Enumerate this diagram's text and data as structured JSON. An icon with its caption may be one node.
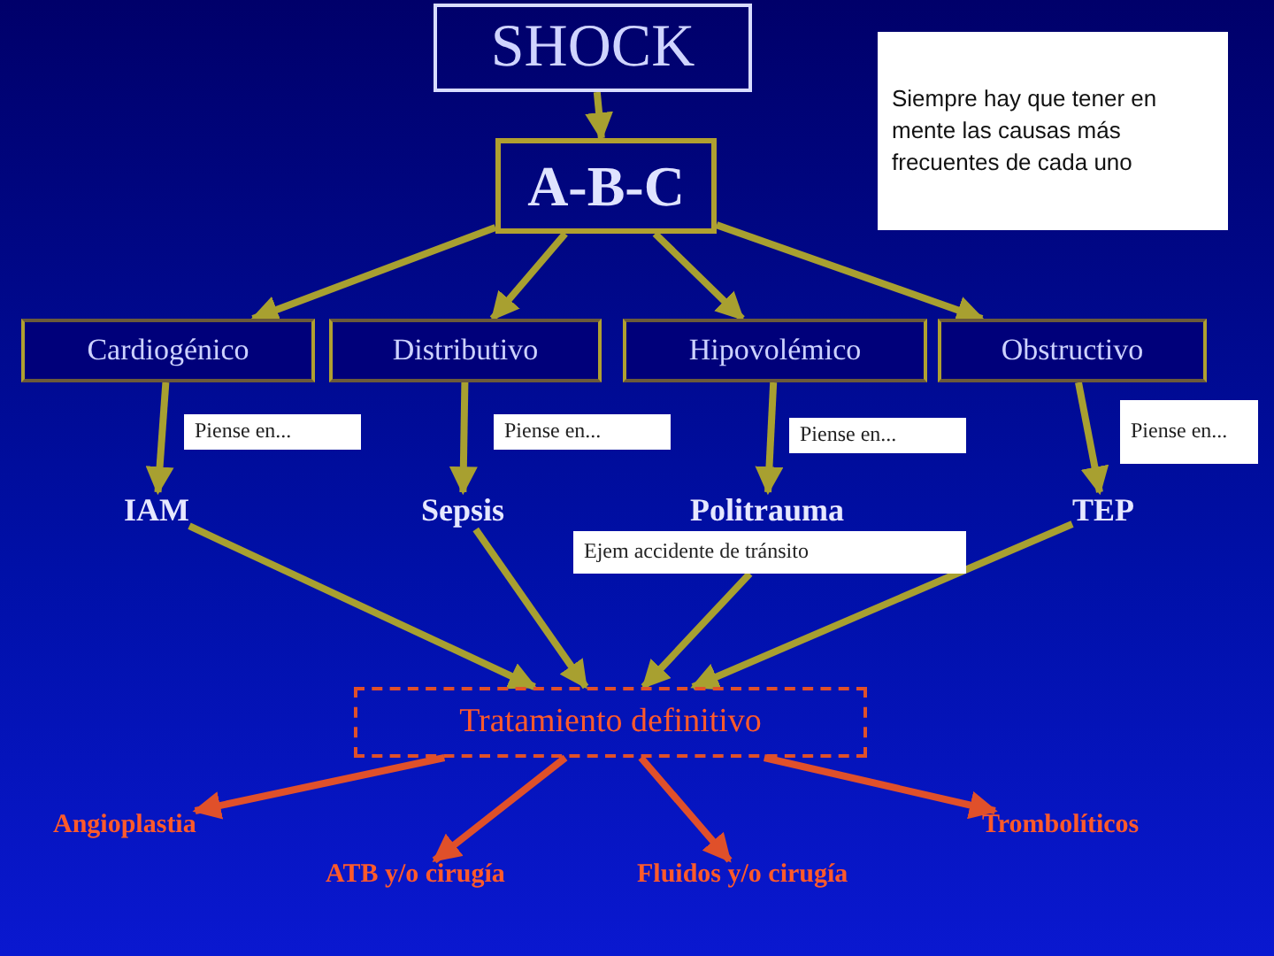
{
  "diagram": {
    "nodes": [
      {
        "text": [
          "SHOCK"
        ]
      },
      {
        "text": [
          "A-B-C"
        ]
      },
      {
        "text": [
          "Siempre hay que tener en mente las causas más frecuentes de cada uno"
        ]
      },
      {
        "text": [
          "Cardiogénico"
        ]
      },
      {
        "text": [
          "Distributivo"
        ]
      },
      {
        "text": [
          "Hipovolémico"
        ]
      },
      {
        "text": [
          "Obstructivo"
        ]
      },
      {
        "text": [
          "Piense en..."
        ]
      },
      {
        "text": [
          "Piense en..."
        ]
      },
      {
        "text": [
          "Piense en..."
        ]
      },
      {
        "text": [
          "Piense en..."
        ]
      },
      {
        "text": [
          "IAM"
        ]
      },
      {
        "text": [
          "Sepsis"
        ]
      },
      {
        "text": [
          "Politrauma"
        ]
      },
      {
        "text": [
          "Ejem accidente de tránsito"
        ]
      },
      {
        "text": [
          "TEP"
        ]
      },
      {
        "text": [
          "Tratamiento definitivo"
        ]
      },
      {
        "text": [
          "Angioplastia"
        ]
      },
      {
        "text": [
          "ATB y/o cirugía"
        ]
      },
      {
        "text": [
          "Fluidos y/o cirugía"
        ]
      },
      {
        "text": [
          "Trombolíticos"
        ]
      }
    ],
    "edges": [
      {
        "from": 0,
        "to": 1,
        "arrow": "to"
      },
      {
        "from": 1,
        "to": 3,
        "arrow": "to"
      },
      {
        "from": 1,
        "to": 4,
        "arrow": "to"
      },
      {
        "from": 1,
        "to": 5,
        "arrow": "to"
      },
      {
        "from": 1,
        "to": 6,
        "arrow": "to"
      },
      {
        "from": 3,
        "to": 11,
        "arrow": "to"
      },
      {
        "from": 4,
        "to": 12,
        "arrow": "to"
      },
      {
        "from": 5,
        "to": 13,
        "arrow": "to"
      },
      {
        "from": 6,
        "to": 15,
        "arrow": "to"
      },
      {
        "from": 11,
        "to": 16,
        "arrow": "to"
      },
      {
        "from": 12,
        "to": 16,
        "arrow": "to"
      },
      {
        "from": 14,
        "to": 16,
        "arrow": "to"
      },
      {
        "from": 15,
        "to": 16,
        "arrow": "to"
      },
      {
        "from": 16,
        "to": 17,
        "arrow": "to",
        "color": "#e0502a"
      },
      {
        "from": 16,
        "to": 18,
        "arrow": "to",
        "color": "#e0502a"
      },
      {
        "from": 16,
        "to": 19,
        "arrow": "to",
        "color": "#e0502a"
      },
      {
        "from": 16,
        "to": 20,
        "arrow": "to",
        "color": "#e0502a"
      }
    ]
  }
}
